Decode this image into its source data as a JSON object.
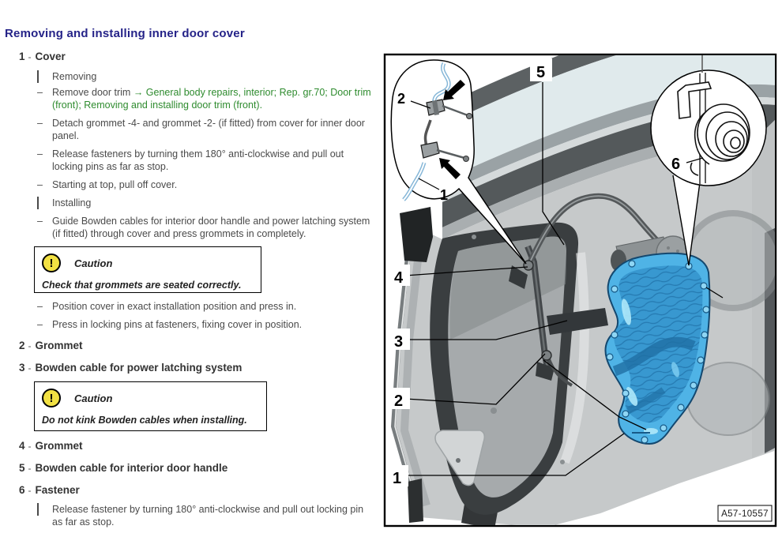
{
  "page": {
    "title": "Removing and installing inner door cover"
  },
  "bullets": {
    "dash": "–"
  },
  "list": {
    "sep": "-",
    "item1": {
      "num": "1",
      "title": "Cover",
      "sub0": "Removing",
      "sub1_prefix": "Remove door trim ",
      "sub1_link": "→ General body repairs, interior; Rep. gr.70; Door trim (front); Removing and installing door trim (front).",
      "sub2": "Detach grommet -4- and grommet -2- (if fitted) from cover for inner door panel.",
      "sub3": "Release fasteners by turning them 180° anti-clockwise and pull out locking pins as far as stop.",
      "sub4": "Starting at top, pull off cover.",
      "sub5": "Installing",
      "sub6": "Guide Bowden cables for interior door handle and power latching system (if fitted) through cover and press grommets in completely.",
      "sub7": "Position cover in exact installation position and press in.",
      "sub8": "Press in locking pins at fasteners, fixing cover in position."
    },
    "item2": {
      "num": "2",
      "title": "Grommet"
    },
    "item3": {
      "num": "3",
      "title": "Bowden cable for power latching system"
    },
    "item4": {
      "num": "4",
      "title": "Grommet"
    },
    "item5": {
      "num": "5",
      "title": "Bowden cable for interior door handle"
    },
    "item6": {
      "num": "6",
      "title": "Fastener",
      "sub0": "Release fastener by turning 180° anti-clockwise and pull out locking pin as far as stop."
    }
  },
  "cautions": {
    "icon_glyph": "!",
    "c1": {
      "title": "Caution",
      "text": "Check that grommets are seated correctly."
    },
    "c2": {
      "title": "Caution",
      "text": "Do not kink Bowden cables when installing."
    }
  },
  "diagram": {
    "part_code": "A57-10557",
    "callout_1": "1",
    "callout_2": "2",
    "callout_3": "3",
    "callout_4": "4",
    "callout_5": "5",
    "callout_6": "6",
    "inset_label_1": "1",
    "inset_label_2": "2",
    "colors": {
      "cover_blue": "#4fb3e6",
      "cover_blue_dark": "#3898d0",
      "glass": "#e0eaec",
      "caution_yellow": "#f2e143",
      "link_green": "#2e8b2e",
      "title_navy": "#252388"
    }
  }
}
